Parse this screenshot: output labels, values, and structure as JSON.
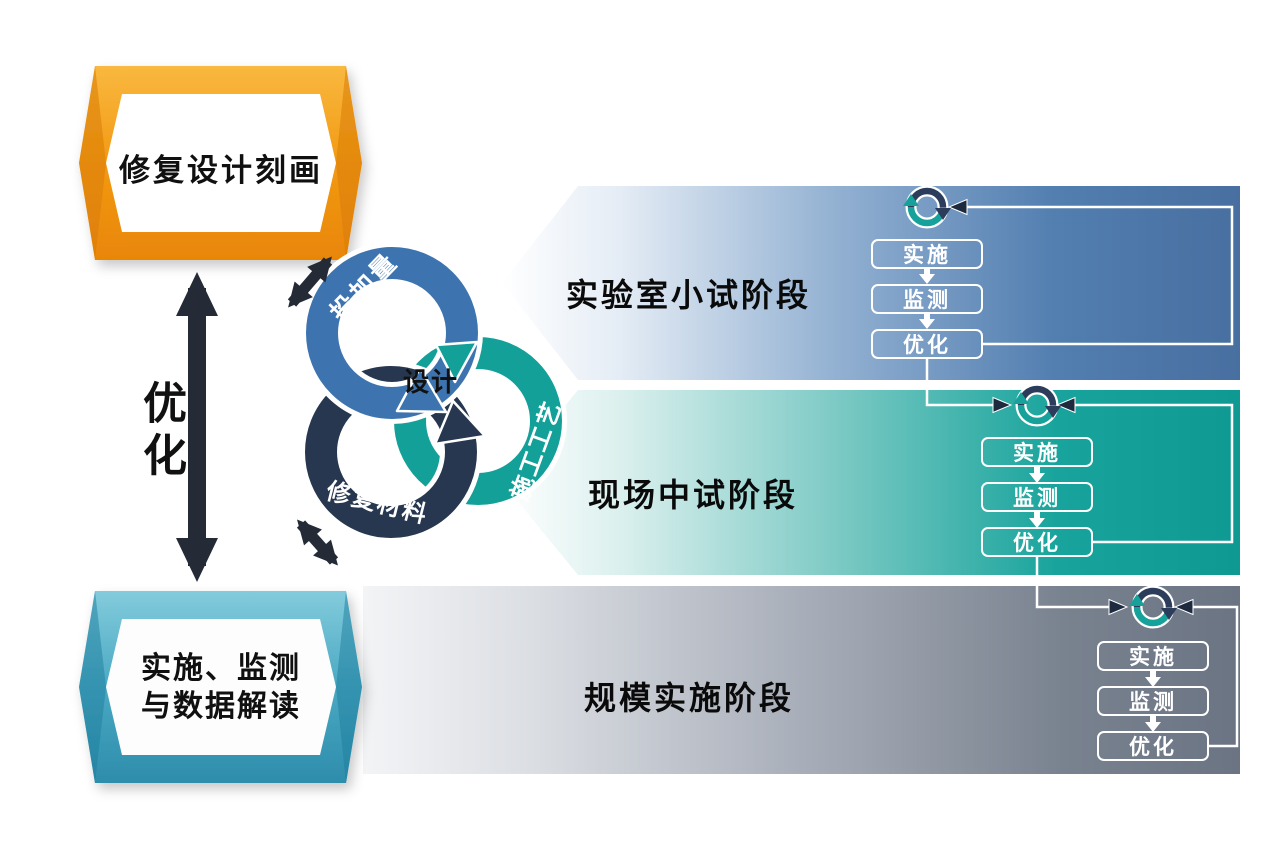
{
  "left_flow": {
    "top_banner": "修复设计刻画",
    "bottom_banner_line1": "实施、监测",
    "bottom_banner_line2": "与数据解读",
    "optimize_label": "优化"
  },
  "design_cycle": {
    "center_label": "设计",
    "blue_ring_label": "投加量",
    "teal_ring_label": "施工工艺",
    "navy_ring_label": "修复材料"
  },
  "stages": [
    {
      "label": "实验室小试阶段",
      "steps": [
        "实施",
        "监测",
        "优化"
      ]
    },
    {
      "label": "现场中试阶段",
      "steps": [
        "实施",
        "监测",
        "优化"
      ]
    },
    {
      "label": "规模实施阶段",
      "steps": [
        "实施",
        "监测",
        "优化"
      ]
    }
  ],
  "icons": {
    "stage_cycle_icon": "loop-arrows-icon"
  },
  "colors": {
    "stage_band_blue": "#4d7cb0",
    "stage_band_teal": "#16a49c",
    "stage_band_gray": "#6d7787",
    "ring_dosage_blue": "#3d74b0",
    "ring_process_teal": "#13a099",
    "ring_material_navy": "#26374f",
    "banner_top_orange": "#ef8b07",
    "banner_bottom_teal": "#3a9fbc",
    "arrow_dark": "#242b36",
    "step_box_border": "#ffffff"
  }
}
